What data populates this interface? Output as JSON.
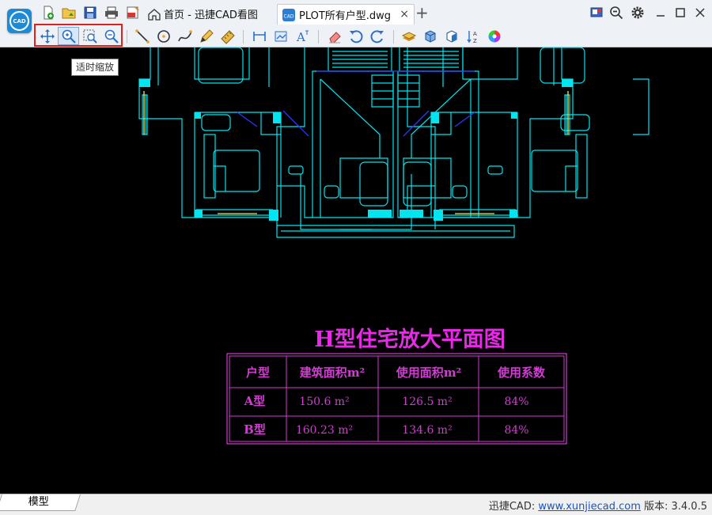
{
  "app": {
    "logo_text": "CAD"
  },
  "tabs": [
    {
      "label": "首页 - 迅捷CAD看图",
      "icon": "home-icon"
    },
    {
      "label": "PLOT所有户型.dwg",
      "icon": "dwg-file-icon",
      "close": "×"
    }
  ],
  "new_tab": "+",
  "tooltip": "适时缩放",
  "drawing": {
    "title": "H型住宅放大平面图",
    "table": {
      "headers": [
        "户型",
        "建筑面积m²",
        "使用面积m²",
        "使用系数"
      ],
      "rows": [
        [
          "A型",
          "150.6 m²",
          "126.5 m²",
          "84%"
        ],
        [
          "B型",
          "160.23 m²",
          "134.6 m²",
          "84%"
        ]
      ]
    }
  },
  "status": {
    "model_tab": "模型",
    "prefix": "迅捷CAD: ",
    "link": "www.xunjiecad.com",
    "version": " 版本: 3.4.0.5"
  },
  "colors": {
    "canvas": "#000000",
    "cad_cyan": "#00e5f0",
    "cad_blue": "#2a38ff",
    "cad_yellow": "#f2e35a",
    "title_magenta": "#e82ae8",
    "table_magenta": "#d23cd2",
    "highlight_red": "#e0201c"
  }
}
